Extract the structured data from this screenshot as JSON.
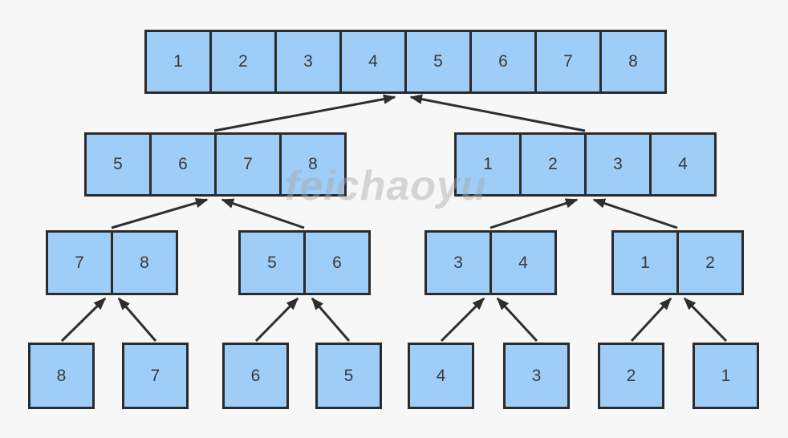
{
  "watermark_text": "feichaoyu",
  "colors": {
    "background": "#f7f7f7",
    "cell_fill": "#9ecdf8",
    "cell_border": "#2b2b2b",
    "arrow": "#2e2e2e",
    "number_text": "#3a3a3a",
    "watermark": "#a8a8a8"
  },
  "diagram": {
    "type": "merge-sort-tree",
    "levels": [
      {
        "name": "merged-result",
        "arrays": [
          {
            "cells": [
              "1",
              "2",
              "3",
              "4",
              "5",
              "6",
              "7",
              "8"
            ]
          }
        ]
      },
      {
        "name": "half-merges",
        "arrays": [
          {
            "cells": [
              "5",
              "6",
              "7",
              "8"
            ]
          },
          {
            "cells": [
              "1",
              "2",
              "3",
              "4"
            ]
          }
        ]
      },
      {
        "name": "pair-merges",
        "arrays": [
          {
            "cells": [
              "7",
              "8"
            ]
          },
          {
            "cells": [
              "5",
              "6"
            ]
          },
          {
            "cells": [
              "3",
              "4"
            ]
          },
          {
            "cells": [
              "1",
              "2"
            ]
          }
        ]
      },
      {
        "name": "singles",
        "arrays": [
          {
            "cells": [
              "8"
            ]
          },
          {
            "cells": [
              "7"
            ]
          },
          {
            "cells": [
              "6"
            ]
          },
          {
            "cells": [
              "5"
            ]
          },
          {
            "cells": [
              "4"
            ]
          },
          {
            "cells": [
              "3"
            ]
          },
          {
            "cells": [
              "2"
            ]
          },
          {
            "cells": [
              "1"
            ]
          }
        ]
      }
    ]
  }
}
